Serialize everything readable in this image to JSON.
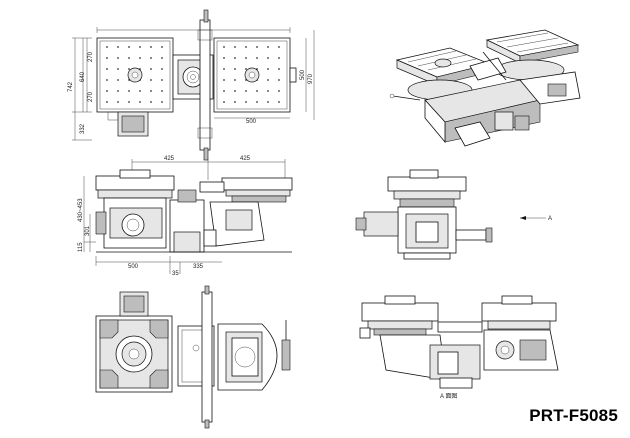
{
  "title": "PRT-F5085",
  "top_view": {
    "dims": {
      "h_270_top": "270",
      "h_640": "640",
      "h_742": "742",
      "h_270_bottom": "270",
      "h_332": "332",
      "w_500": "500",
      "v_500": "500",
      "v_970": "970"
    }
  },
  "front_view": {
    "dims": {
      "w_425_left": "425",
      "w_425_right": "425",
      "h_range": "430~453",
      "h_301": "301",
      "h_115": "115",
      "w_500": "500",
      "w_335": "335",
      "w_35": "35"
    }
  },
  "side_view": {
    "arrow_label": "A"
  },
  "aux_view": {
    "caption": "A 面图"
  }
}
